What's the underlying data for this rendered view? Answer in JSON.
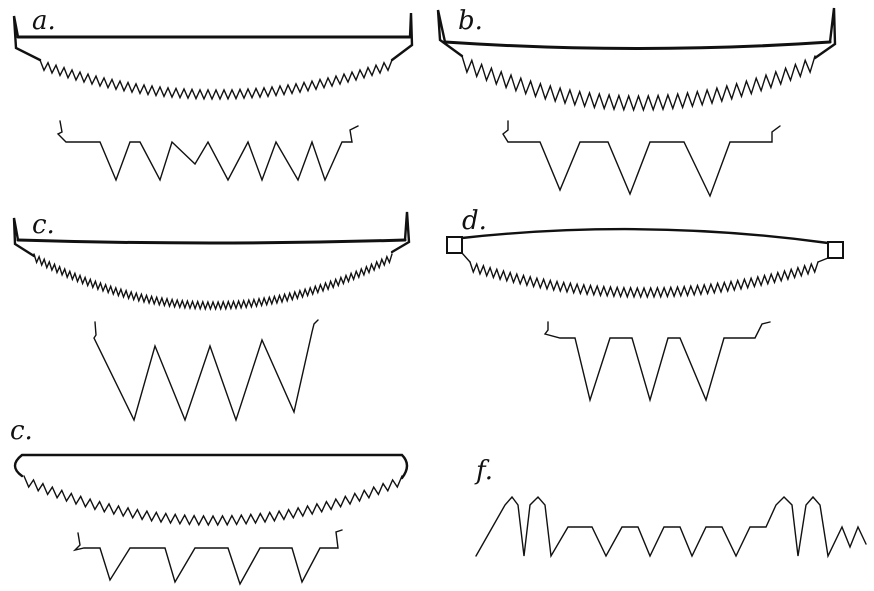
{
  "figure": {
    "labels": {
      "a": "a.",
      "b": "b.",
      "c1": "c.",
      "d": "d.",
      "c2": "c.",
      "f": "f."
    },
    "ink_color": "#111111",
    "paper_color": "#ffffff"
  }
}
